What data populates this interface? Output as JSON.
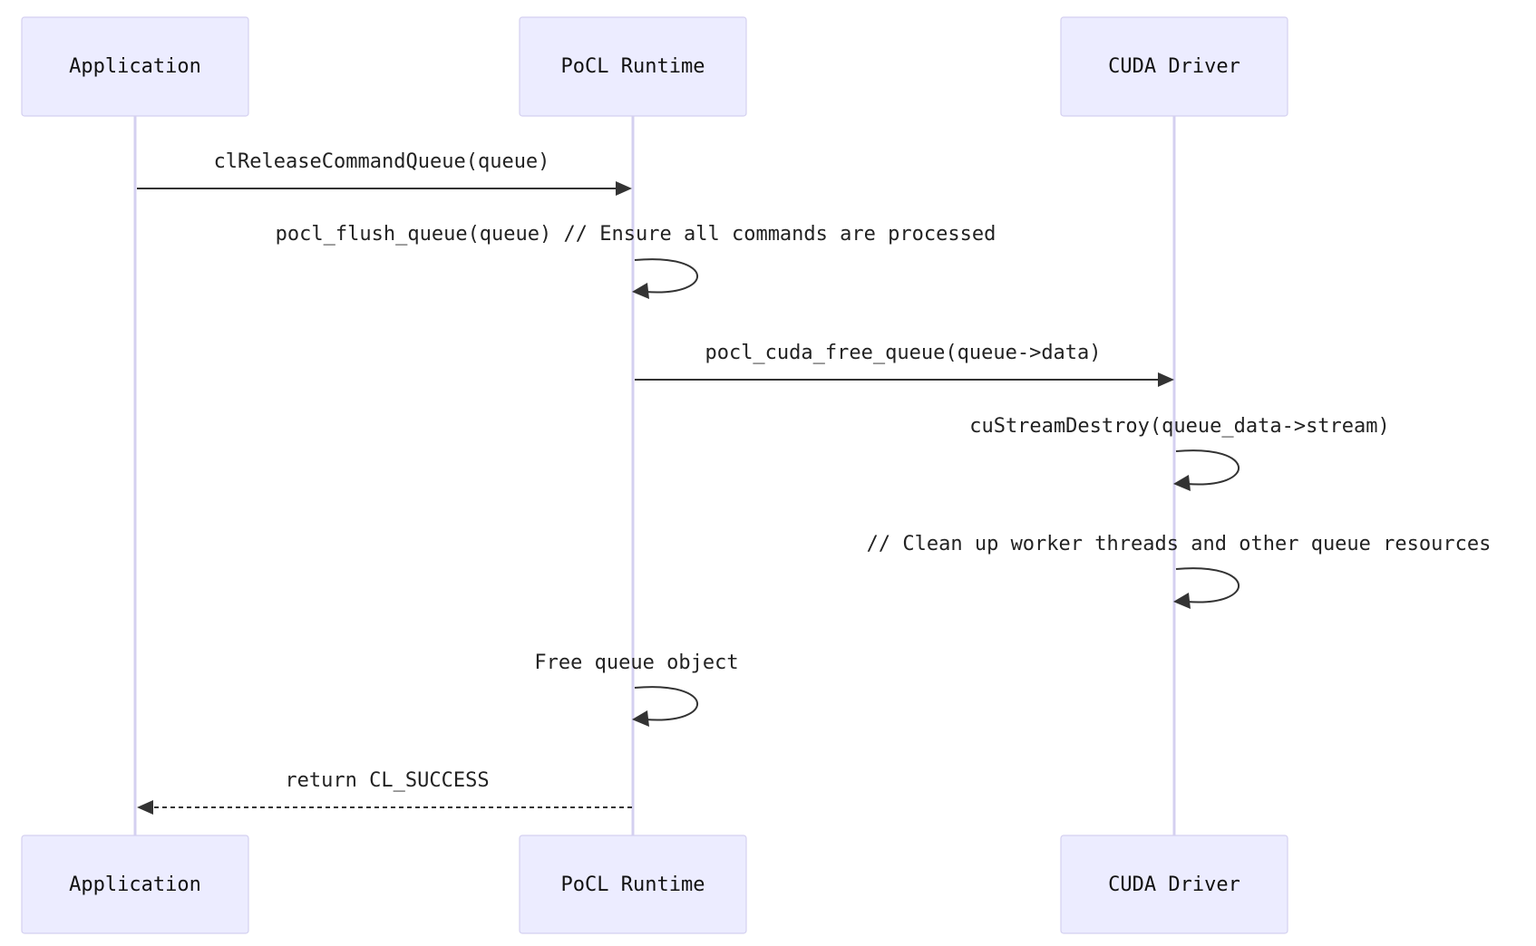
{
  "participants": [
    {
      "id": "app",
      "label": "Application"
    },
    {
      "id": "pocl",
      "label": "PoCL Runtime"
    },
    {
      "id": "cuda",
      "label": "CUDA Driver"
    }
  ],
  "messages": [
    {
      "from": "app",
      "to": "pocl",
      "label": "clReleaseCommandQueue(queue)",
      "style": "solid"
    },
    {
      "from": "pocl",
      "to": "pocl",
      "label": "pocl_flush_queue(queue) // Ensure all commands are processed",
      "style": "solid"
    },
    {
      "from": "pocl",
      "to": "cuda",
      "label": "pocl_cuda_free_queue(queue->data)",
      "style": "solid"
    },
    {
      "from": "cuda",
      "to": "cuda",
      "label": "cuStreamDestroy(queue_data->stream)",
      "style": "solid"
    },
    {
      "from": "cuda",
      "to": "cuda",
      "label": "// Clean up worker threads and other queue resources",
      "style": "solid"
    },
    {
      "from": "pocl",
      "to": "pocl",
      "label": "Free queue object",
      "style": "solid"
    },
    {
      "from": "pocl",
      "to": "app",
      "label": "return CL_SUCCESS",
      "style": "dashed"
    }
  ]
}
